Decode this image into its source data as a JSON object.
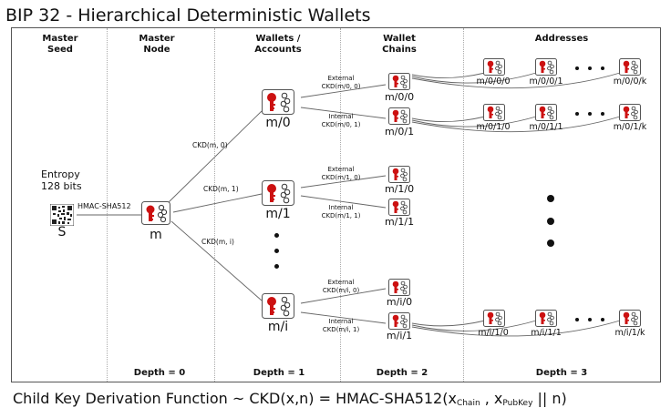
{
  "title": "BIP 32 - Hierarchical Deterministic Wallets",
  "columns": {
    "master_seed": "Master\nSeed",
    "master_node": "Master\nNode",
    "wallets": "Wallets /\nAccounts",
    "wallet_chains": "Wallet\nChains",
    "addresses": "Addresses"
  },
  "depths": [
    "Depth = 0",
    "Depth = 1",
    "Depth = 2",
    "Depth = 3"
  ],
  "seed": {
    "entropy_label": "Entropy\n128 bits",
    "hash_label": "HMAC-SHA512",
    "symbol": "S"
  },
  "master": {
    "label": "m"
  },
  "ckd_edges": [
    "CKD(m, 0)",
    "CKD(m, 1)",
    "CKD(m, i)"
  ],
  "accounts": [
    "m/0",
    "m/1",
    "m/i"
  ],
  "chain_edges": [
    {
      "type": "External",
      "fn": "CKD(m/0, 0)"
    },
    {
      "type": "Internal",
      "fn": "CKD(m/0, 1)"
    },
    {
      "type": "External",
      "fn": "CKD(m/1, 0)"
    },
    {
      "type": "Internal",
      "fn": "CKD(m/1, 1)"
    },
    {
      "type": "External",
      "fn": "CKD(m/i, 0)"
    },
    {
      "type": "Internal",
      "fn": "CKD(m/i, 1)"
    }
  ],
  "chains": [
    "m/0/0",
    "m/0/1",
    "m/1/0",
    "m/1/1",
    "m/i/0",
    "m/i/1"
  ],
  "addresses": {
    "row0": [
      "m/0/0/0",
      "m/0/0/1",
      "m/0/0/k"
    ],
    "row1": [
      "m/0/1/0",
      "m/0/1/1",
      "m/0/1/k"
    ],
    "row2": [
      "m/i/1/0",
      "m/i/1/1",
      "m/i/1/k"
    ]
  },
  "formula": {
    "prefix": "Child Key Derivation Function ~  CKD(x,n) = HMAC-SHA512(x",
    "sub1": "Chain",
    "mid": " , x",
    "sub2": "PubKey",
    "suffix": "|| n)"
  },
  "colors": {
    "key_red": "#cc1111",
    "line": "#666666"
  }
}
